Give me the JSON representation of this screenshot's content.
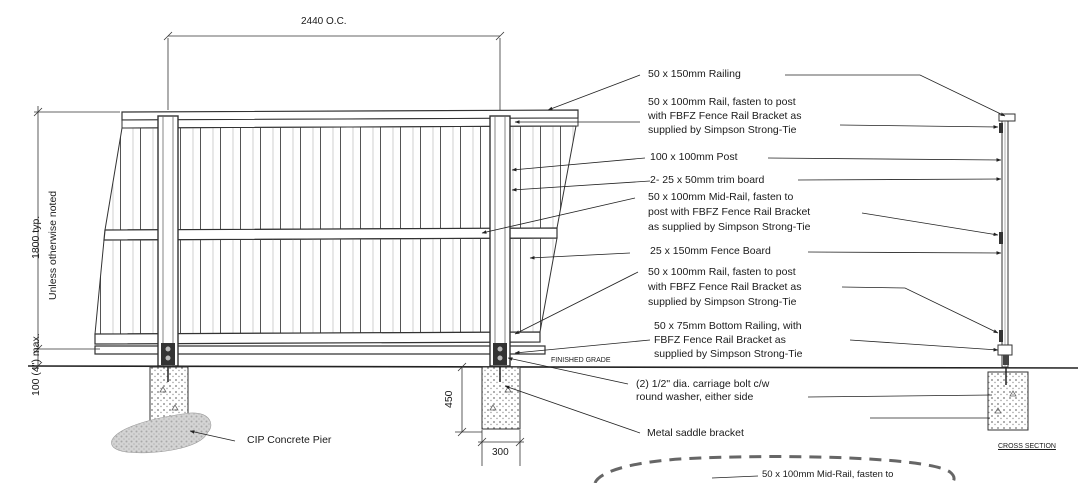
{
  "dimensions": {
    "post_spacing": "2440 O.C.",
    "height": "1800 typ.",
    "height_note": "Unless otherwise noted",
    "gap": "100 (4\") max.",
    "pier_depth": "450",
    "pier_width": "300"
  },
  "labels": {
    "railing": "50 x 150mm Railing",
    "top_rail": [
      "50 x 100mm Rail, fasten to post",
      "with FBFZ Fence Rail Bracket as",
      "supplied by Simpson Strong-Tie"
    ],
    "post": "100 x 100mm Post",
    "trim": "2- 25 x 50mm trim board",
    "mid_rail": [
      "50 x 100mm Mid-Rail, fasten to",
      "post with FBFZ Fence Rail Bracket",
      "as supplied by Simpson Strong-Tie"
    ],
    "fence_board": "25 x 150mm Fence Board",
    "bottom_rail": [
      "50 x 100mm Rail, fasten to post",
      "with FBFZ Fence Rail Bracket as",
      "supplied by Simpson Strong-Tie"
    ],
    "bottom_railing": [
      "50 x 75mm Bottom Railing, with",
      "FBFZ Fence Rail Bracket as",
      "supplied by Simpson Strong-Tie"
    ],
    "finished_grade": "FINISHED GRADE",
    "carriage_bolt": [
      "(2) 1/2\" dia. carriage bolt c/w",
      "round washer, either side"
    ],
    "saddle_bracket": "Metal saddle bracket",
    "concrete_pier": "CIP Concrete Pier",
    "cross_section": "CROSS SECTION",
    "bottom_callout": "50 x 100mm Mid-Rail, fasten to"
  }
}
